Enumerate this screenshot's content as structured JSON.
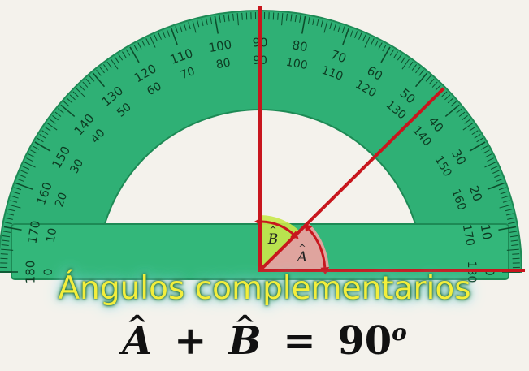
{
  "diagram": {
    "outer_ticks": [
      "180",
      "170",
      "160",
      "150",
      "140",
      "130",
      "120",
      "110",
      "100",
      "90",
      "80",
      "70",
      "60",
      "50",
      "40",
      "30",
      "20",
      "10",
      "0"
    ],
    "inner_ticks": [
      "0",
      "10",
      "20",
      "30",
      "40",
      "50",
      "60",
      "70",
      "80",
      "90",
      "100",
      "110",
      "120",
      "130",
      "140",
      "150",
      "160",
      "170",
      "180"
    ],
    "angle_labels": {
      "a": "A",
      "b": "B"
    },
    "colors": {
      "protractor": "#2fb075",
      "protractor_dark": "#1d8a55",
      "lines": "#c8161d",
      "angle_a_fill": "#f2a2a2",
      "angle_b_fill": "#c8e84a",
      "title_text": "#f3ee3c"
    },
    "ray_angle_deg": 45
  },
  "title": "Ángulos complementarios",
  "formula": {
    "a": "A",
    "plus": "+",
    "b": "B",
    "equals": "=",
    "value": "90",
    "degree": "o",
    "hat": "^"
  }
}
